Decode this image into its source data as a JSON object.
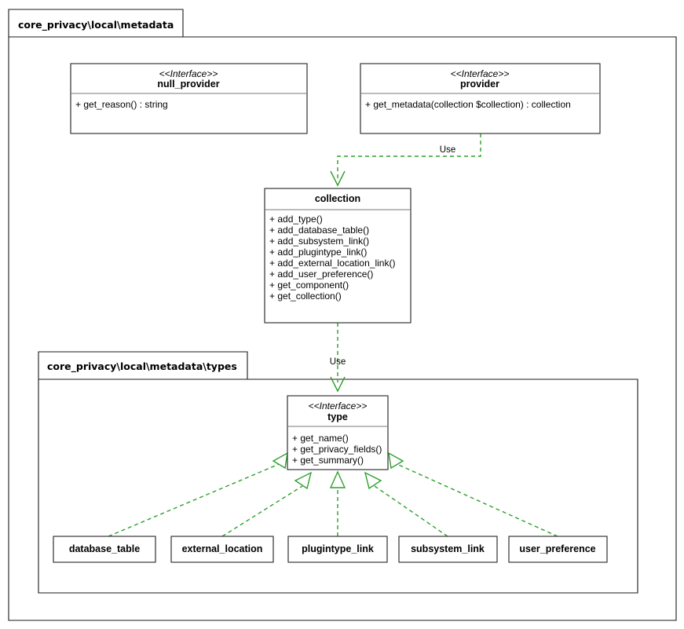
{
  "diagram": {
    "title": "core_privacy\\local\\metadata",
    "accent_color": "#2ca02c",
    "line_color": "#3f3f3f",
    "background": "#ffffff"
  },
  "packages": [
    {
      "name": "core_privacy\\local\\metadata"
    },
    {
      "name": "core_privacy\\local\\metadata\\types"
    }
  ],
  "classes": {
    "null_provider": {
      "stereotype": "<<Interface>>",
      "name": "null_provider",
      "members": [
        "+ get_reason() : string"
      ]
    },
    "provider": {
      "stereotype": "<<Interface>>",
      "name": "provider",
      "members": [
        "+ get_metadata(collection $collection) : collection"
      ]
    },
    "collection": {
      "stereotype": "",
      "name": "collection",
      "members": [
        "+ add_type()",
        "+ add_database_table()",
        "+ add_subsystem_link()",
        "+ add_plugintype_link()",
        "+ add_external_location_link()",
        "+ add_user_preference()",
        "+ get_component()",
        "+ get_collection()"
      ]
    },
    "type": {
      "stereotype": "<<Interface>>",
      "name": "type",
      "members": [
        "+ get_name()",
        "+ get_privacy_fields()",
        "+ get_summary()"
      ]
    },
    "database_table": {
      "name": "database_table"
    },
    "external_location": {
      "name": "external_location"
    },
    "plugintype_link": {
      "name": "plugintype_link"
    },
    "subsystem_link": {
      "name": "subsystem_link"
    },
    "user_preference": {
      "name": "user_preference"
    }
  },
  "edges": [
    {
      "from": "provider",
      "to": "collection",
      "label": "Use",
      "kind": "dependency"
    },
    {
      "from": "collection",
      "to": "type",
      "label": "Use",
      "kind": "dependency"
    },
    {
      "from": "database_table",
      "to": "type",
      "label": "",
      "kind": "realization"
    },
    {
      "from": "external_location",
      "to": "type",
      "label": "",
      "kind": "realization"
    },
    {
      "from": "plugintype_link",
      "to": "type",
      "label": "",
      "kind": "realization"
    },
    {
      "from": "subsystem_link",
      "to": "type",
      "label": "",
      "kind": "realization"
    },
    {
      "from": "user_preference",
      "to": "type",
      "label": "",
      "kind": "realization"
    }
  ]
}
